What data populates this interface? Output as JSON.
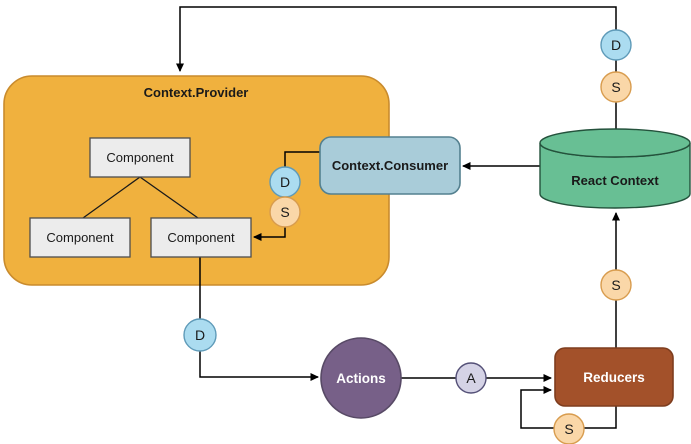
{
  "diagram": {
    "provider": {
      "label": "Context.Provider"
    },
    "components": {
      "root": "Component",
      "left": "Component",
      "right": "Component"
    },
    "consumer": {
      "label": "Context.Consumer"
    },
    "store": {
      "label": "React Context"
    },
    "actions": {
      "label": "Actions"
    },
    "reducers": {
      "label": "Reducers"
    },
    "badges": {
      "dispatch_top": "D",
      "state_top": "S",
      "dispatch_consumer": "D",
      "state_consumer": "S",
      "dispatch_component": "D",
      "state_store": "S",
      "state_reducers": "S",
      "action": "A"
    },
    "colors": {
      "provider_fill": "#F0B13E",
      "provider_stroke": "#C98B2D",
      "component_fill": "#ECECEC",
      "component_stroke": "#4D4D4D",
      "consumer_fill": "#A9CCD9",
      "consumer_stroke": "#54808F",
      "store_fill": "#68BF94",
      "store_stroke": "#24523C",
      "actions_fill": "#776088",
      "actions_stroke": "#584A66",
      "reducers_fill": "#A3512A",
      "reducers_stroke": "#7E3D1E",
      "dispatch_badge_fill": "#ABDCF0",
      "dispatch_badge_stroke": "#5E9AB8",
      "state_badge_fill": "#FAD7A8",
      "state_badge_stroke": "#D89C4E",
      "action_badge_fill": "#D5D3E6",
      "action_badge_stroke": "#545077",
      "connector": "#000000",
      "background": "#FFFFFF"
    }
  }
}
